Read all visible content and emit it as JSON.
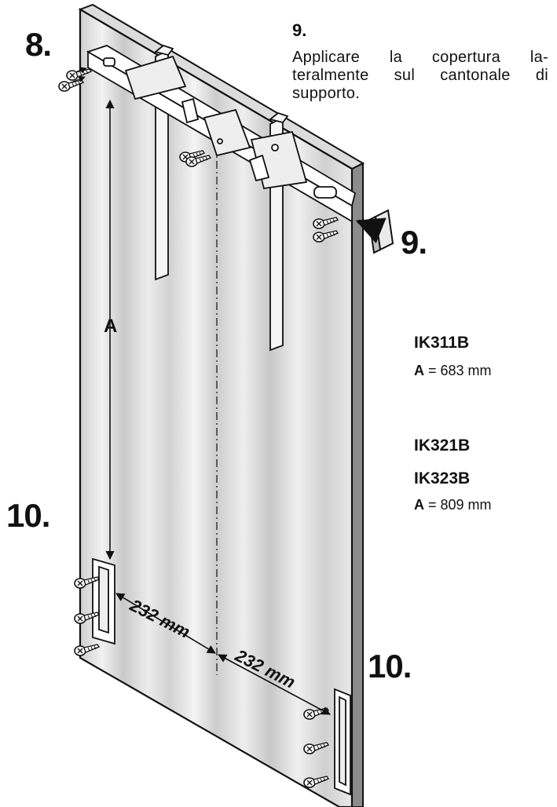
{
  "step9_instruction": {
    "number": "9.",
    "lines": [
      "Applicare la copertura la-",
      "teralmente sul cantonale di",
      "supporto."
    ]
  },
  "step_labels": {
    "step8": "8.",
    "step9": "9.",
    "step10_left": "10.",
    "step10_right": "10."
  },
  "dimensions": {
    "a_marker": "A",
    "spacing_left": "232 mm",
    "spacing_right": "232 mm"
  },
  "models": [
    {
      "names": [
        "IK311B"
      ],
      "a_label": "A",
      "a_value": " = 683 mm"
    },
    {
      "names": [
        "IK321B",
        "IK323B"
      ],
      "a_label": "A",
      "a_value": " = 809 mm"
    }
  ]
}
